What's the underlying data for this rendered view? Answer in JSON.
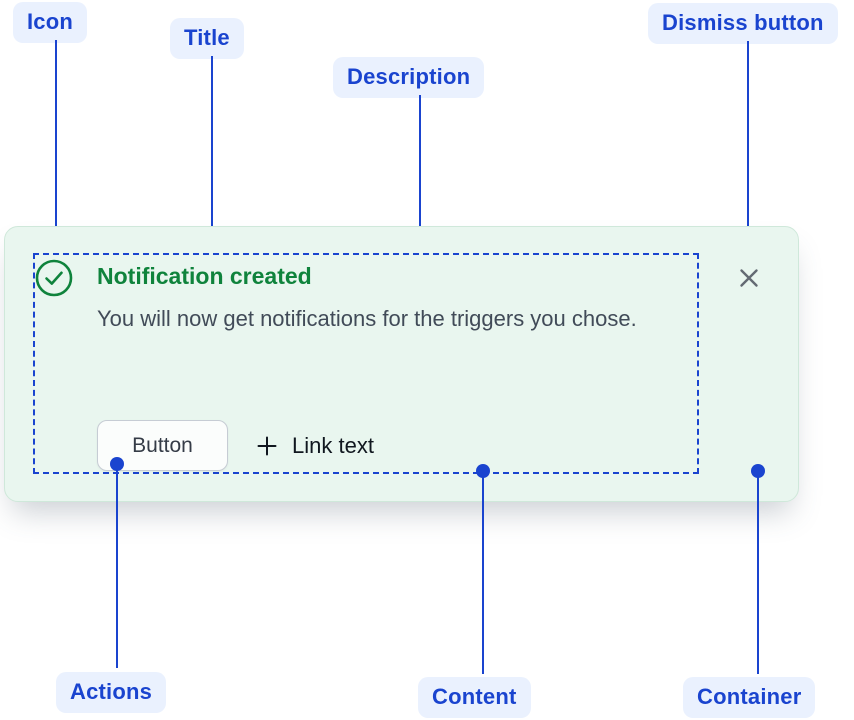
{
  "callouts": {
    "icon": "Icon",
    "title": "Title",
    "description": "Description",
    "dismiss": "Dismiss button",
    "actions": "Actions",
    "content": "Content",
    "container": "Container"
  },
  "toast": {
    "title": "Notification created",
    "description": "You will now get notifications for the triggers you chose.",
    "actions": {
      "button_label": "Button",
      "link_label": "Link text",
      "link_icon": "plus-icon"
    },
    "icon": "check-circle-icon",
    "dismiss_icon": "close-icon"
  },
  "colors": {
    "annotation_blue": "#1a44cf",
    "annotation_pill_bg": "#eaf1fe",
    "toast_background": "#e9f6ef",
    "toast_border": "#cfe8da",
    "success_green": "#0f833c",
    "description_text": "#414b58",
    "link_text": "#10171f",
    "button_border": "#c6ccd4",
    "dismiss_gray": "#636a73"
  }
}
